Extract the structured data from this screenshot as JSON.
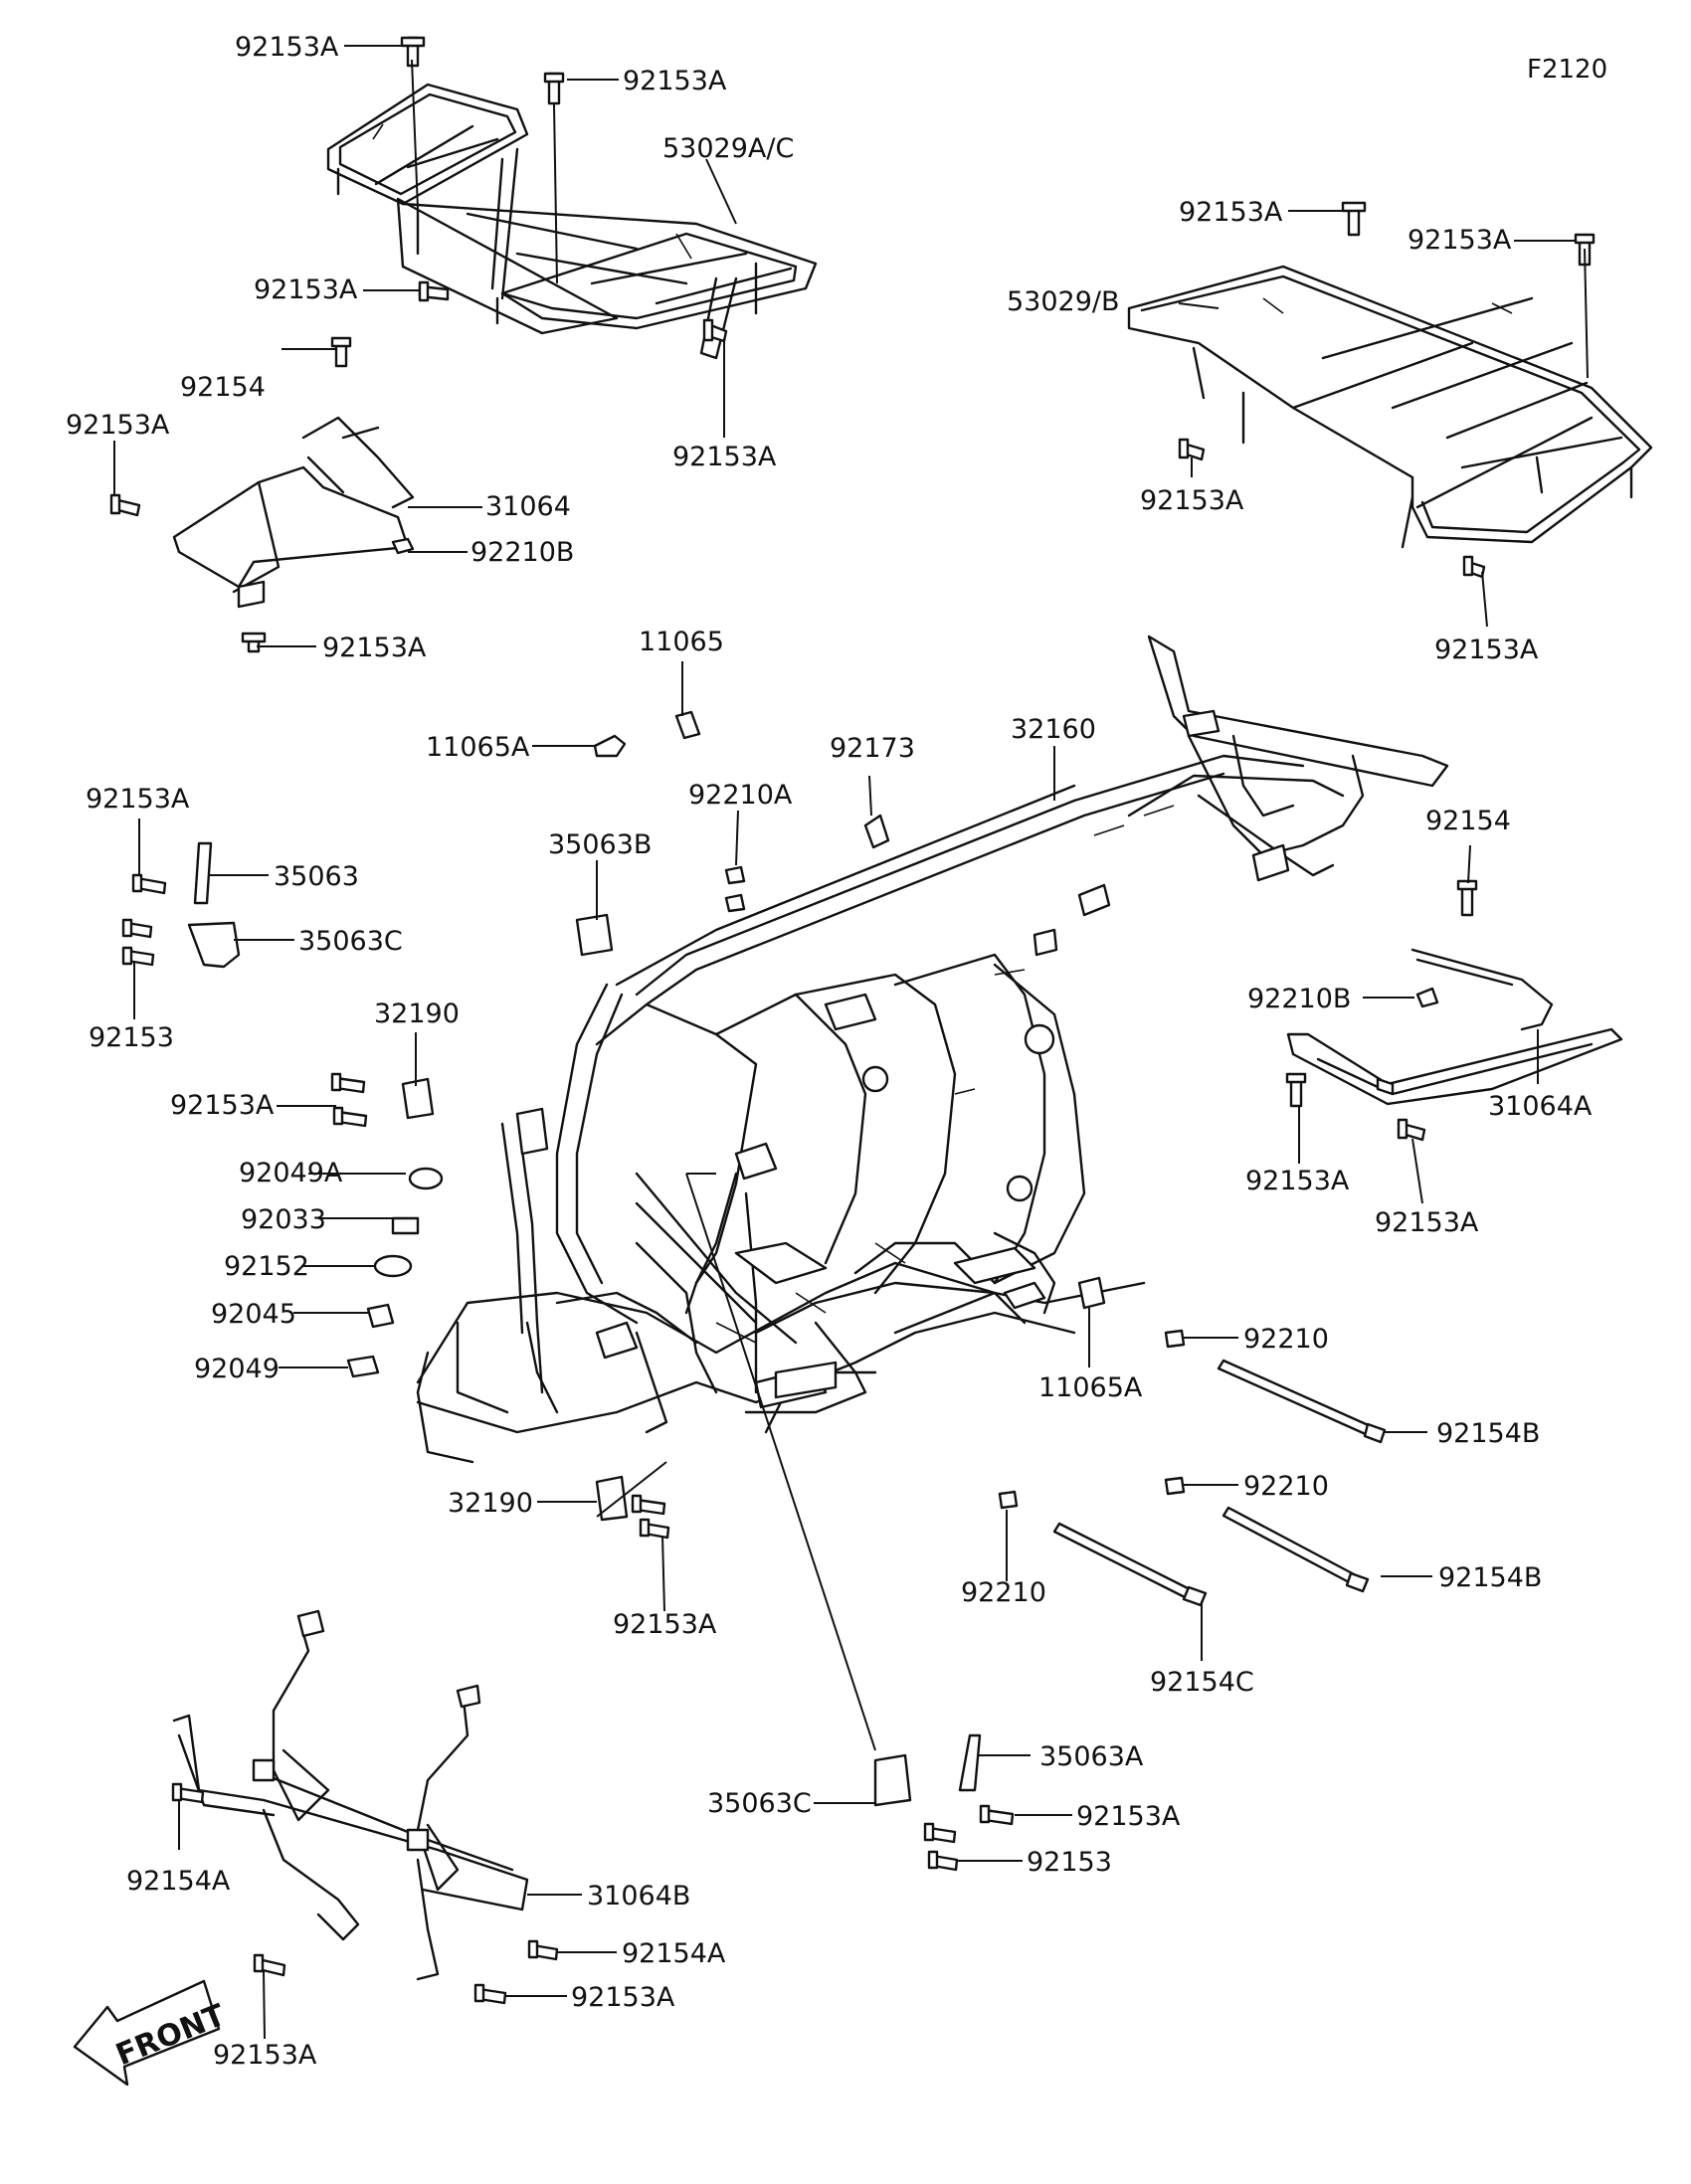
{
  "figure_ref": "F2120",
  "front_label": "FRONT",
  "callouts": [
    {
      "id": "c01",
      "text": "92153A"
    },
    {
      "id": "c02",
      "text": "92153A"
    },
    {
      "id": "c03",
      "text": "53029A/C"
    },
    {
      "id": "c04",
      "text": "92153A"
    },
    {
      "id": "c05",
      "text": "92153A"
    },
    {
      "id": "c06",
      "text": "92154"
    },
    {
      "id": "c07",
      "text": "92153A"
    },
    {
      "id": "c08",
      "text": "31064"
    },
    {
      "id": "c09",
      "text": "92210B"
    },
    {
      "id": "c10",
      "text": "92153A"
    },
    {
      "id": "c11",
      "text": "92153A"
    },
    {
      "id": "c12",
      "text": "92153A"
    },
    {
      "id": "c13",
      "text": "53029/B"
    },
    {
      "id": "c14",
      "text": "92153A"
    },
    {
      "id": "c15",
      "text": "92153A"
    },
    {
      "id": "c16",
      "text": "11065"
    },
    {
      "id": "c17",
      "text": "11065A"
    },
    {
      "id": "c18",
      "text": "92173"
    },
    {
      "id": "c19",
      "text": "32160"
    },
    {
      "id": "c20",
      "text": "92210A"
    },
    {
      "id": "c21",
      "text": "92154"
    },
    {
      "id": "c22",
      "text": "92153A"
    },
    {
      "id": "c23",
      "text": "35063"
    },
    {
      "id": "c24",
      "text": "35063B"
    },
    {
      "id": "c25",
      "text": "35063C"
    },
    {
      "id": "c26",
      "text": "92153"
    },
    {
      "id": "c27",
      "text": "32190"
    },
    {
      "id": "c28",
      "text": "92210B"
    },
    {
      "id": "c29",
      "text": "31064A"
    },
    {
      "id": "c30",
      "text": "92153A"
    },
    {
      "id": "c31",
      "text": "92153A"
    },
    {
      "id": "c32",
      "text": "92049A"
    },
    {
      "id": "c33",
      "text": "92153A"
    },
    {
      "id": "c34",
      "text": "92033"
    },
    {
      "id": "c35",
      "text": "92152"
    },
    {
      "id": "c36",
      "text": "92045"
    },
    {
      "id": "c37",
      "text": "92049"
    },
    {
      "id": "c38",
      "text": "11065A"
    },
    {
      "id": "c39",
      "text": "92210"
    },
    {
      "id": "c40",
      "text": "92154B"
    },
    {
      "id": "c41",
      "text": "32190"
    },
    {
      "id": "c42",
      "text": "92210"
    },
    {
      "id": "c43",
      "text": "92210"
    },
    {
      "id": "c44",
      "text": "92154B"
    },
    {
      "id": "c45",
      "text": "92153A"
    },
    {
      "id": "c46",
      "text": "92154C"
    },
    {
      "id": "c47",
      "text": "35063A"
    },
    {
      "id": "c48",
      "text": "35063C"
    },
    {
      "id": "c49",
      "text": "92153A"
    },
    {
      "id": "c50",
      "text": "92153"
    },
    {
      "id": "c51",
      "text": "92154A"
    },
    {
      "id": "c52",
      "text": "31064B"
    },
    {
      "id": "c53",
      "text": "92154A"
    },
    {
      "id": "c54",
      "text": "92153A"
    },
    {
      "id": "c55",
      "text": "92153A"
    }
  ]
}
